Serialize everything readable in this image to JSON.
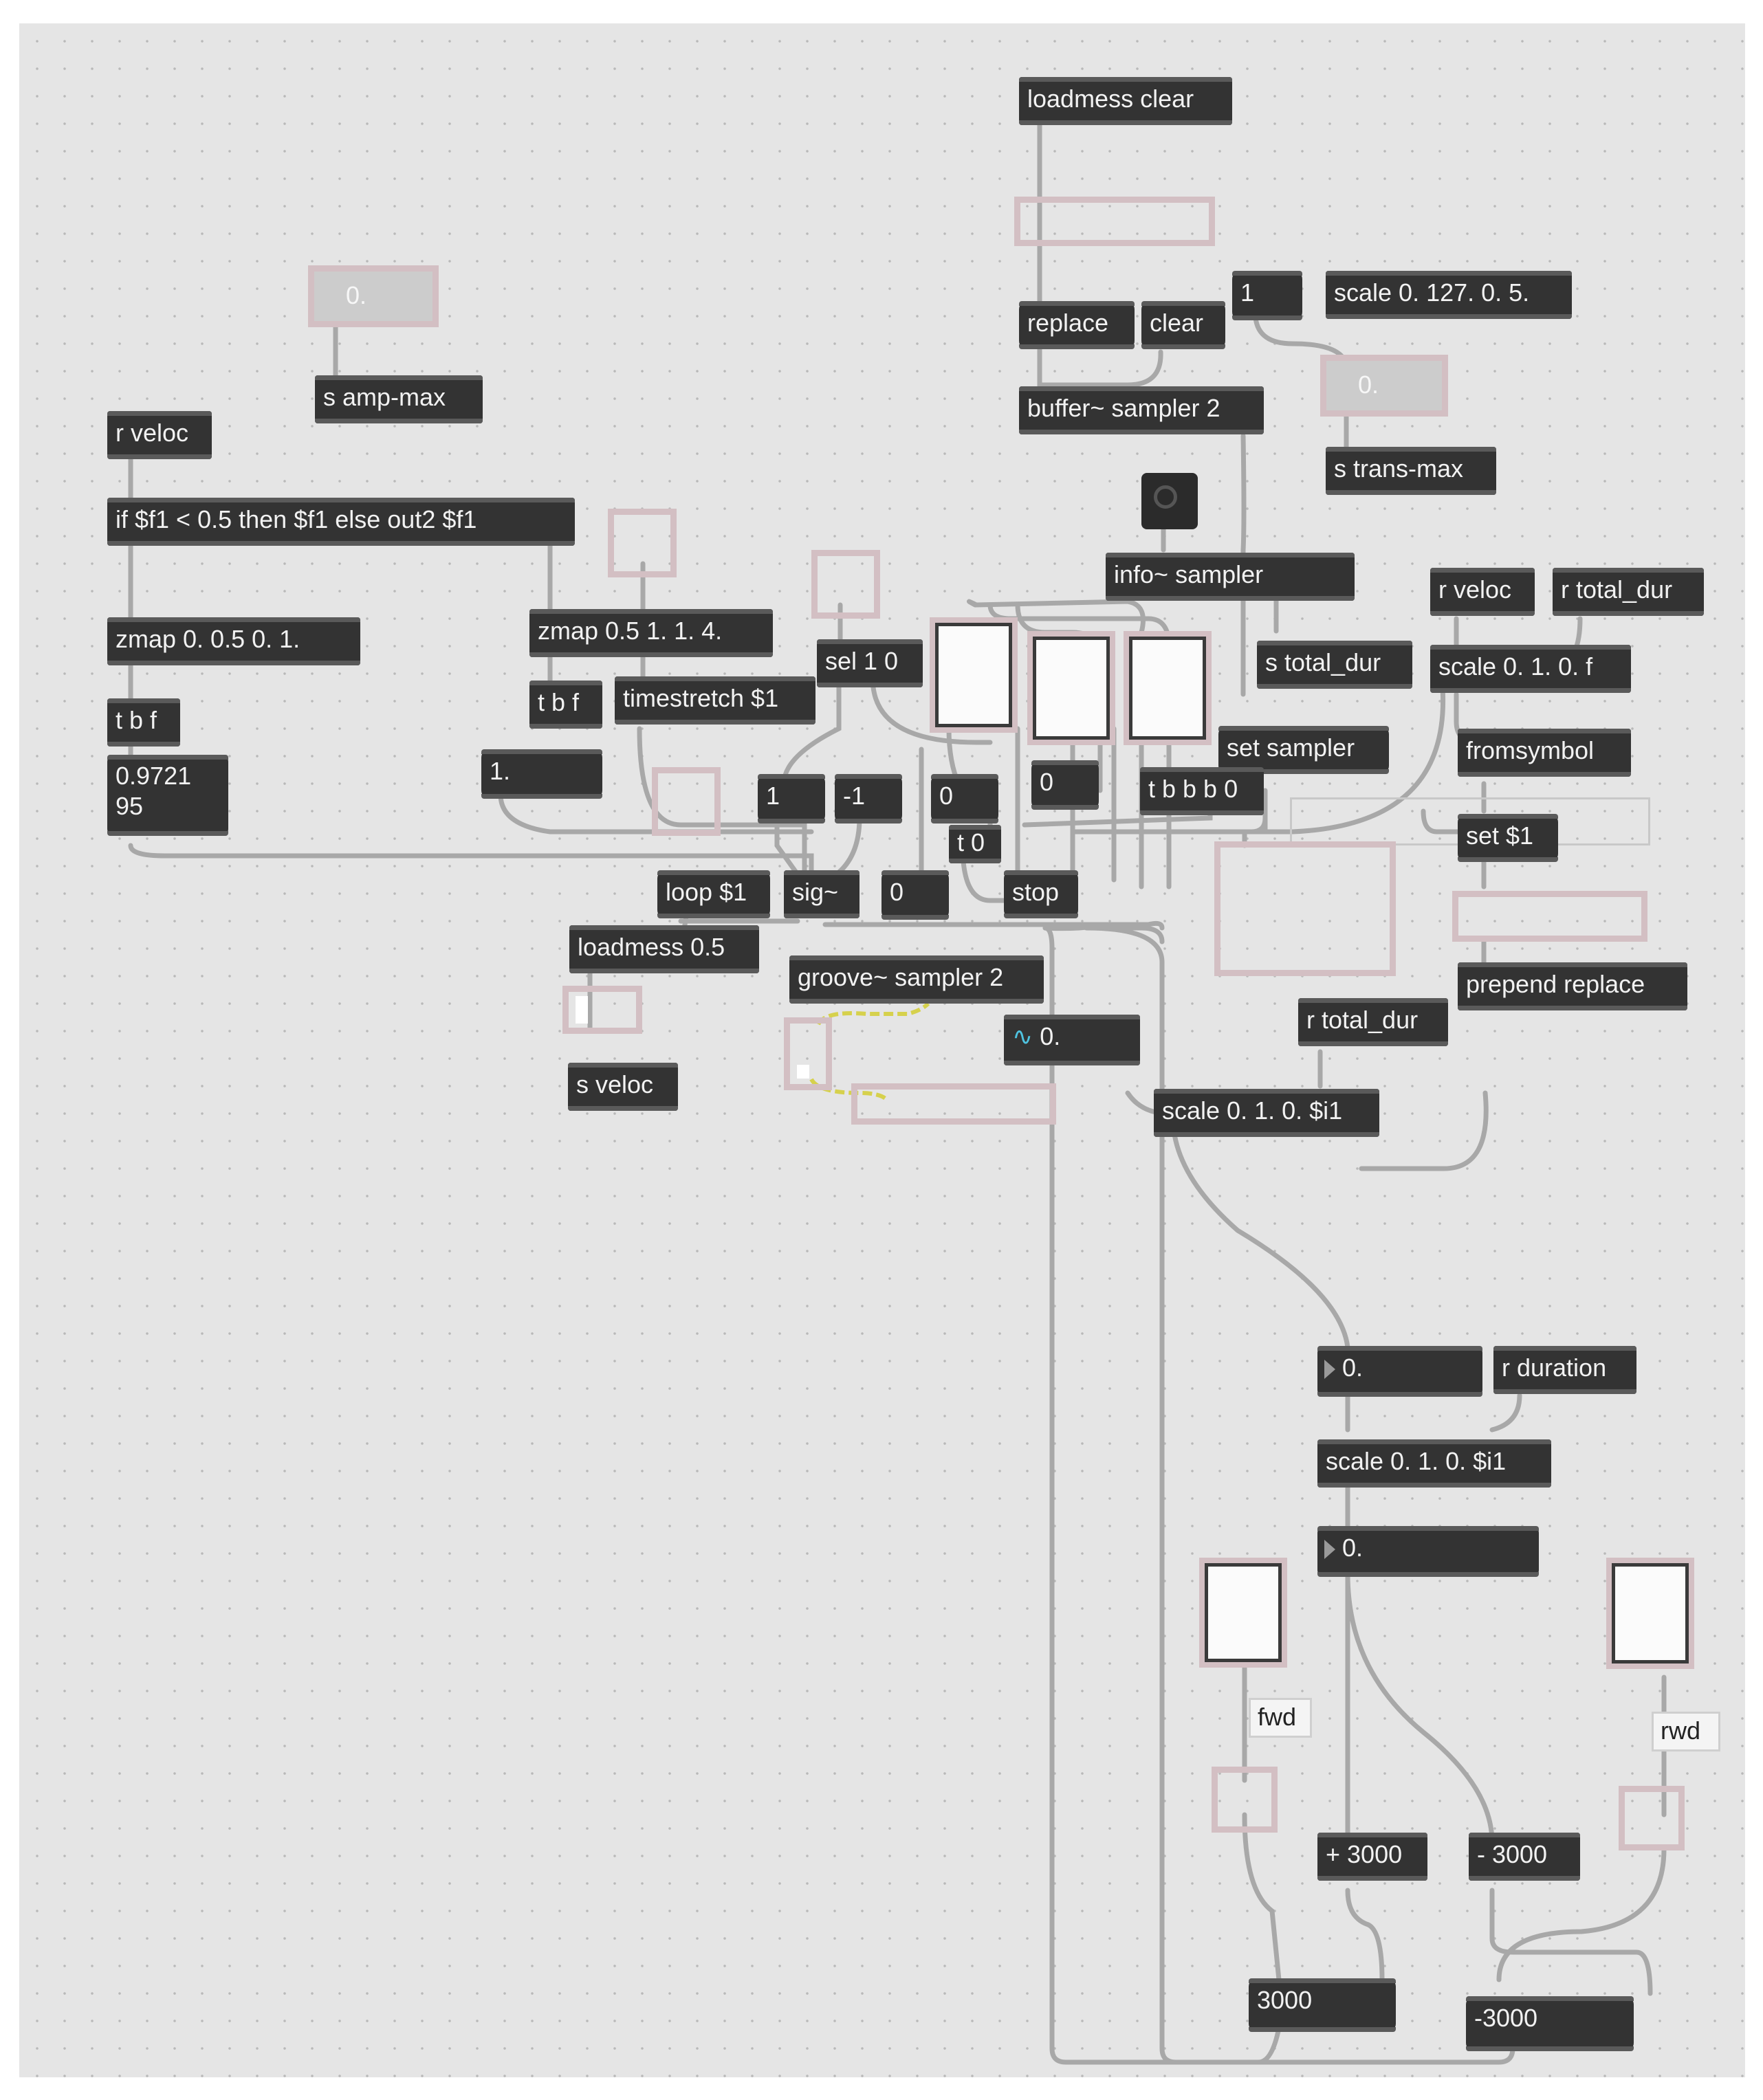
{
  "objects": {
    "loadmess_clear": "loadmess clear",
    "replace_msg": "replace",
    "clear_msg": "clear",
    "one_msg_top": "1",
    "scale_127": "scale 0. 127. 0. 5.",
    "buffer_sampler": "buffer~ sampler 2",
    "s_trans_max": "s trans-max",
    "s_amp_max": "s amp-max",
    "amp_number": "0.",
    "trans_number": "0.",
    "r_veloc_left": "r veloc",
    "if_expr": "if $f1 < 0.5 then $f1 else out2 $f1",
    "zmap_left": "zmap 0. 0.5 0. 1.",
    "t_b_f_left": "t b f",
    "float_value_line1": "0.9721",
    "float_value_line2": "95",
    "zmap_mid": "zmap 0.5 1. 1. 4.",
    "t_b_f_mid": "t b f",
    "one_dot_msg": "1.",
    "timestretch": "timestretch $1",
    "sel": "sel 1 0",
    "info_sampler": "info~ sampler",
    "s_total_dur": "s total_dur",
    "r_veloc_right": "r veloc",
    "r_total_dur_top": "r total_dur",
    "scale_f": "scale 0. 1. 0. f",
    "set_sampler": "set sampler",
    "fromsymbol": "fromsymbol",
    "set_dollar": "set $1",
    "prepend_replace": "prepend replace",
    "msg_1": "1",
    "msg_minus1": "-1",
    "msg_0a": "0",
    "msg_0b": "0",
    "t_bbb0": "t b b b 0",
    "t_0": "t 0",
    "loop": "loop $1",
    "sig": "sig~",
    "msg_0c": "0",
    "stop": "stop",
    "loadmess_05": "loadmess 0.5",
    "s_veloc": "s veloc",
    "groove": "groove~ sampler 2",
    "snapshot_value": "0.",
    "r_total_dur_mid": "r total_dur",
    "scale_i1_top": "scale 0. 1. 0. $i1",
    "num_flt_1": "0.",
    "r_duration": "r duration",
    "scale_i1_bottom": "scale 0. 1. 0. $i1",
    "num_flt_2": "0.",
    "fwd_comment": "fwd",
    "rwd_comment": "rwd",
    "plus_3000": "+ 3000",
    "minus_3000": "- 3000",
    "msg_3000": "3000",
    "msg_neg3000": "-3000"
  },
  "colors": {
    "canvas": "#e5e5e5",
    "object": "#333333",
    "object_text": "#f2f2f2",
    "patch_cord": "#a8a8a8",
    "signal_cord": "#d6d14d",
    "ui_border": "#d3bfc3"
  }
}
